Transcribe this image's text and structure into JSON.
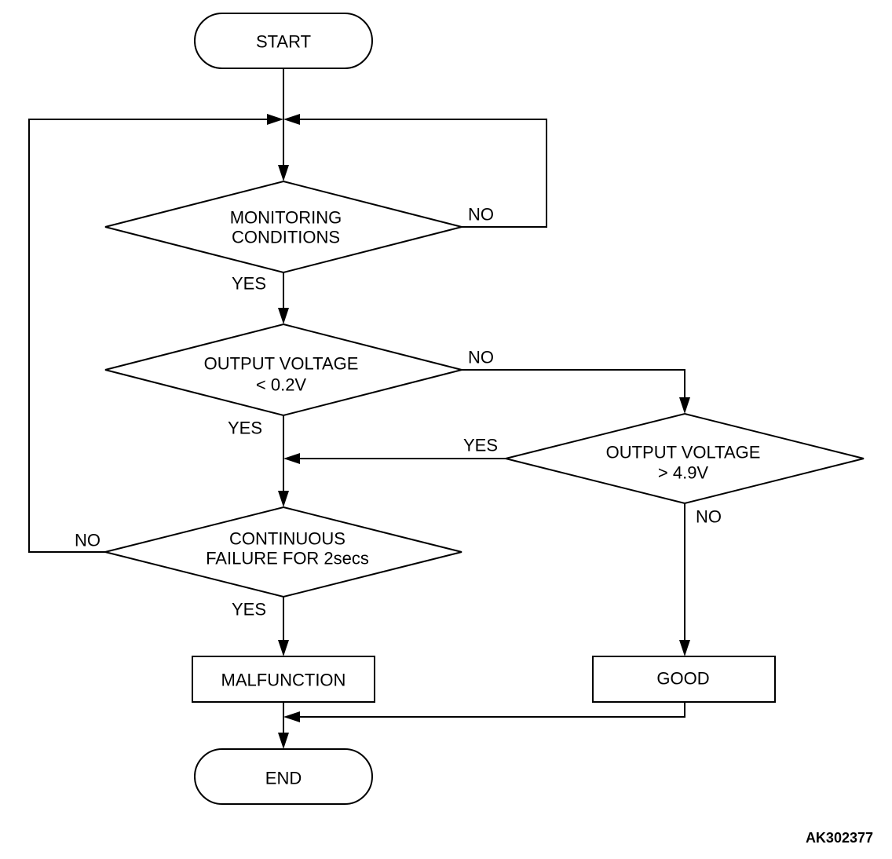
{
  "nodes": {
    "start": "START",
    "monitoring_line1": "MONITORING",
    "monitoring_line2": "CONDITIONS",
    "lowv_line1": "OUTPUT VOLTAGE",
    "lowv_line2": "< 0.2V",
    "highv_line1": "OUTPUT VOLTAGE",
    "highv_line2": "> 4.9V",
    "continuous_line1": "CONTINUOUS",
    "continuous_line2": "FAILURE FOR 2secs",
    "malfunction": "MALFUNCTION",
    "good": "GOOD",
    "end": "END"
  },
  "edge_labels": {
    "monitoring_no": "NO",
    "monitoring_yes": "YES",
    "lowv_no": "NO",
    "lowv_yes": "YES",
    "highv_yes": "YES",
    "highv_no": "NO",
    "continuous_no": "NO",
    "continuous_yes": "YES"
  },
  "figure_id": "AK302377"
}
